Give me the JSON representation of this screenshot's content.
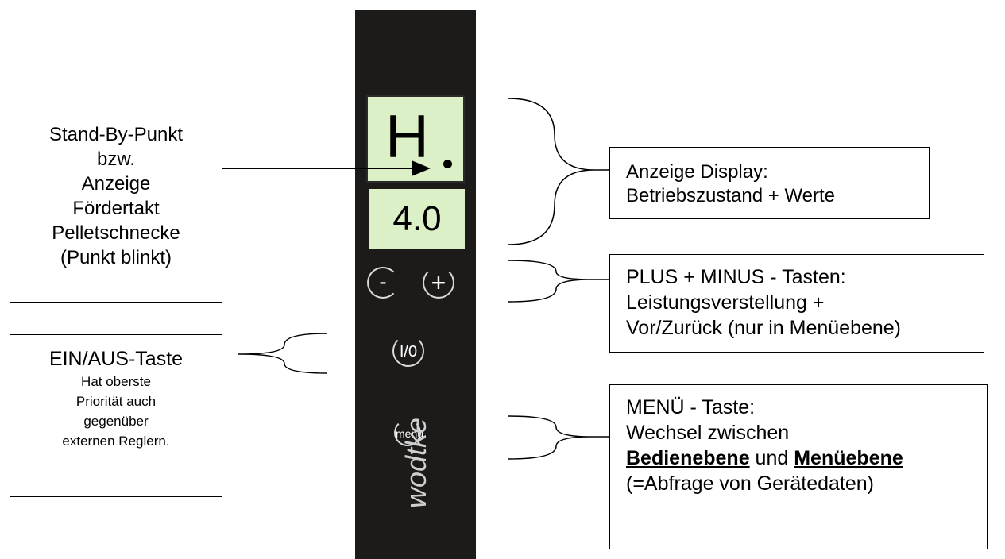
{
  "display": {
    "mode_letter": "H",
    "value": "4.0"
  },
  "buttons": {
    "minus": "-",
    "plus": "+",
    "power": "I/0",
    "menu": "menü"
  },
  "brand": "wodtke",
  "callouts": {
    "standby": {
      "lines": [
        "Stand-By-Punkt",
        "bzw.",
        "Anzeige",
        "Fördertakt",
        "Pelletschnecke",
        "(Punkt blinkt)"
      ]
    },
    "einaus": {
      "title": "EIN/AUS-Taste",
      "lines": [
        "Hat oberste",
        "Priorität auch",
        "gegenüber",
        "externen Reglern."
      ]
    },
    "anzeige": {
      "lines": [
        "Anzeige Display:",
        "Betriebszustand + Werte"
      ]
    },
    "plusminus": {
      "lines": [
        "PLUS + MINUS - Tasten:",
        "Leistungsverstellung +",
        "Vor/Zurück (nur in Menüebene)"
      ]
    },
    "menu": {
      "line1": "MENÜ - Taste:",
      "line2": "Wechsel zwischen",
      "bold1": "Bedienebene",
      "connector": " und ",
      "bold2": "Menüebene",
      "line4": "(=Abfrage von Gerätedaten)"
    }
  }
}
